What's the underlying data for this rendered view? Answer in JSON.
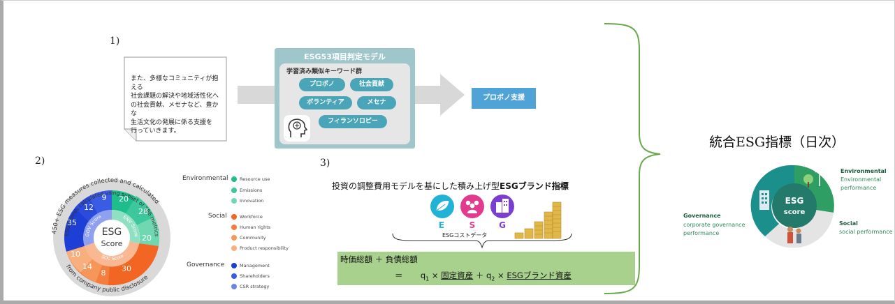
{
  "section_labels": {
    "s1": "1)",
    "s2": "2)",
    "s3": "3)"
  },
  "note": {
    "lines": [
      "また、多様なコミュニティが抱える",
      "社会課題の解決や地域活性化へ",
      "の社会貢献、メセナなど、豊かな",
      "生活文化の発展に係る支援を",
      "行っていきます。"
    ]
  },
  "model": {
    "title": "ESG53項目判定モデル",
    "keyword_group_label": "学習済み類似キーワード群",
    "keywords": [
      "プロボノ",
      "社会貢献",
      "ボランティア",
      "メセナ",
      "フィランソロピー"
    ],
    "icon": "brain-head-icon"
  },
  "output_label": "プロボノ支援",
  "main_title": "統合ESG指標（日次）",
  "donut": {
    "center_line1": "ESG",
    "center_line2": "Score",
    "top_arc_text": "450+ ESG measures collected and calculated",
    "inner_arc_text": "ESG Scores calculated using subset of 186 metrics",
    "bottom_arc_text": "from company public disclosure",
    "gov_score_label": "GOV Score",
    "env_score_label": "ENV Score",
    "soc_score_label": "SOC Score",
    "env_values": [
      "20",
      "28",
      "20"
    ],
    "gov_values": [
      "35",
      "12",
      "9"
    ],
    "soc_values": [
      "30",
      "8",
      "14",
      "10"
    ]
  },
  "legend": {
    "groups": [
      {
        "name": "Environmental",
        "items": [
          {
            "label": "Resource use",
            "color": "#1fbc8c"
          },
          {
            "label": "Emissions",
            "color": "#3cc89a"
          },
          {
            "label": "Innovation",
            "color": "#6fd8b0"
          }
        ]
      },
      {
        "name": "Social",
        "items": [
          {
            "label": "Workforce",
            "color": "#f26522"
          },
          {
            "label": "Human rights",
            "color": "#f47e3e"
          },
          {
            "label": "Community",
            "color": "#f79659"
          },
          {
            "label": "Product responsibility",
            "color": "#f9ae7e"
          }
        ]
      },
      {
        "name": "Governance",
        "items": [
          {
            "label": "Management",
            "color": "#1d3fd6"
          },
          {
            "label": "Shareholders",
            "color": "#3a5be3"
          },
          {
            "label": "CSR strategy",
            "color": "#6b84ea"
          }
        ]
      }
    ]
  },
  "brand": {
    "title_prefix": "投資の調整費用モデルを基にした積み上げ型",
    "title_bold": "ESGブランド指標",
    "letters": [
      "E",
      "S",
      "G"
    ],
    "letter_colors": [
      "#22b2d6",
      "#e23b8d",
      "#7a3fd1"
    ],
    "cost_label": "ESGコストデータ",
    "formula_line1": "時価総額 ＋ 負債総額",
    "formula_eq": "＝",
    "formula_q1": "q",
    "formula_sub1": "1",
    "formula_times": "×",
    "formula_term1": "固定資産",
    "formula_plus": "＋",
    "formula_q2": "q",
    "formula_sub2": "2",
    "formula_term2": "ESGブランド資産"
  },
  "cycle": {
    "center_line1": "ESG",
    "center_line2": "score",
    "environmental_title": "Environmental",
    "environmental_desc1": "Environmental",
    "environmental_desc2": "performance",
    "governance_title": "Governance",
    "governance_desc1": "corporate governance",
    "governance_desc2": "performance",
    "social_title": "Social",
    "social_desc": "social performance"
  },
  "colors": {
    "model_bg": "#9fc6ca",
    "pill": "#49a5b7",
    "output_box": "#4fa3d6",
    "bracket": "#6aa84f",
    "formula_bg": "#a9d18e",
    "env": "#1fbc8c",
    "soc": "#f26522",
    "gov": "#1d3fd6"
  }
}
